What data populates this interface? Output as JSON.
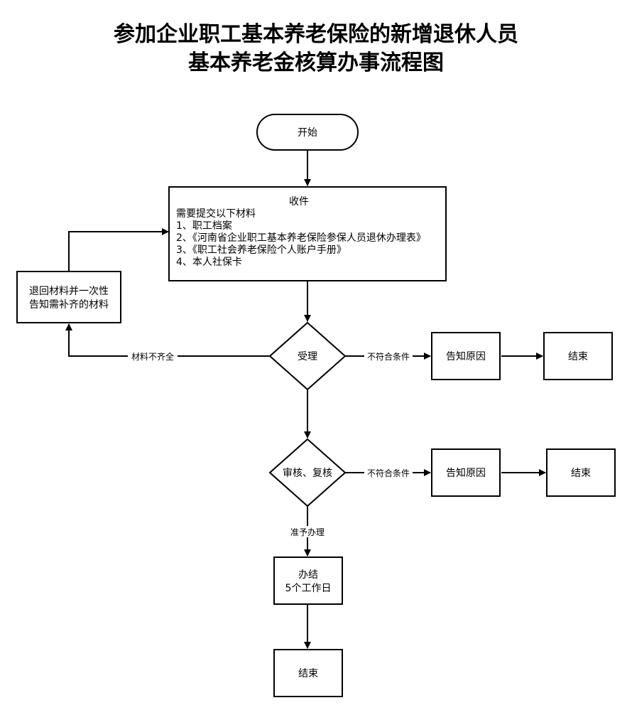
{
  "title": {
    "line1": "参加企业职工基本养老保险的新增退休人员",
    "line2": "基本养老金核算办事流程图"
  },
  "nodes": {
    "start": "开始",
    "receive_title": "收件",
    "receive_lines": [
      "需要提交以下材料",
      "1、职工档案",
      "2、《河南省企业职工基本养老保险参保人员退休办理表》",
      "3、《职工社会养老保险个人账户手册》",
      "4、本人社保卡"
    ],
    "return_lines": [
      "退回材料并一次性",
      "告知需补齐的材料"
    ],
    "accept": "受理",
    "notify1": "告知原因",
    "end1": "结束",
    "review": "审核、复核",
    "notify2": "告知原因",
    "end2": "结束",
    "complete_lines": [
      "办结",
      "5个工作日"
    ],
    "end3": "结束"
  },
  "edges": {
    "incomplete": "材料不齐全",
    "not_eligible1": "不符合条件",
    "not_eligible2": "不符合条件",
    "approved": "准予办理"
  }
}
